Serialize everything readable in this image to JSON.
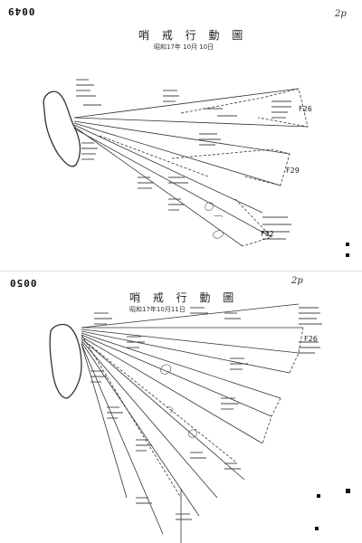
{
  "document": {
    "pages": [
      {
        "stamp": "0049",
        "page_mark": "2p",
        "title": "哨 戒 行 動 圖",
        "date": "昭和17年 10月 10日",
        "sector_labels": [
          "F26",
          "F29",
          "F32"
        ]
      },
      {
        "stamp": "0050",
        "page_mark": "2p",
        "title": "哨 戒 行 動 圖",
        "date": "昭和17年10月11日",
        "sector_labels": [
          "F26"
        ]
      }
    ]
  }
}
